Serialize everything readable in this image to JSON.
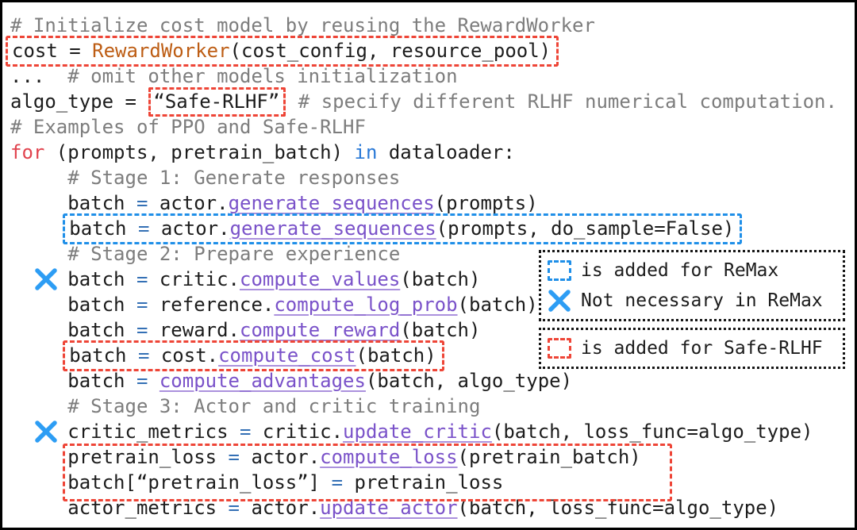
{
  "figure": {
    "type": "annotated-code-listing",
    "background": "#ffffff",
    "frame_border": "#000000"
  },
  "colors": {
    "plain": "#1c1c1c",
    "comment": "#7d7d7d",
    "kw": "#e1434e",
    "kw2": "#2878d6",
    "op": "#3470b5",
    "cls": "#bd5d14",
    "fn": "#7a52c9",
    "fn_underline": "#ab91dd",
    "box_red": "#ee4537",
    "box_blue": "#1f8fe8",
    "x_mark": "#2d9df4",
    "legend_border": "#161616"
  },
  "code": {
    "lines": [
      {
        "tokens": [
          {
            "t": "# Initialize cost model by reusing the RewardWorker",
            "c": "comment"
          }
        ]
      },
      {
        "box": "red",
        "tokens": [
          {
            "t": "cost = ",
            "c": "plain"
          },
          {
            "t": "RewardWorker",
            "c": "cls"
          },
          {
            "t": "(cost_config, resource_pool)",
            "c": "plain"
          }
        ]
      },
      {
        "tokens": [
          {
            "t": "...  ",
            "c": "plain"
          },
          {
            "t": "# omit other models initialization",
            "c": "comment"
          }
        ]
      },
      {
        "tokens": [
          {
            "t": "algo_type = ",
            "c": "plain"
          },
          {
            "t": "“Safe-RLHF”",
            "c": "plain",
            "box": "red"
          },
          {
            "t": " ",
            "c": "plain"
          },
          {
            "t": "# specify different RLHF numerical computation.",
            "c": "comment"
          }
        ]
      },
      {
        "tokens": [
          {
            "t": "# Examples of PPO and Safe-RLHF",
            "c": "comment"
          }
        ]
      },
      {
        "tokens": [
          {
            "t": "for",
            "c": "kw"
          },
          {
            "t": " (prompts, pretrain_batch) ",
            "c": "plain"
          },
          {
            "t": "in",
            "c": "kw2"
          },
          {
            "t": " dataloader:",
            "c": "plain"
          }
        ]
      },
      {
        "ind": 1,
        "tokens": [
          {
            "t": "# Stage 1: Generate responses",
            "c": "comment"
          }
        ]
      },
      {
        "ind": 1,
        "tokens": [
          {
            "t": "batch ",
            "c": "plain"
          },
          {
            "t": "=",
            "c": "op"
          },
          {
            "t": " actor.",
            "c": "plain"
          },
          {
            "t": "generate_sequences",
            "c": "fn"
          },
          {
            "t": "(prompts)",
            "c": "plain"
          }
        ]
      },
      {
        "ind": 1,
        "box": "blue",
        "tokens": [
          {
            "t": "batch ",
            "c": "plain"
          },
          {
            "t": "=",
            "c": "op"
          },
          {
            "t": " actor.",
            "c": "plain"
          },
          {
            "t": "generate_sequences",
            "c": "fn"
          },
          {
            "t": "(prompts, do_sample=False)",
            "c": "plain"
          }
        ]
      },
      {
        "ind": 1,
        "tokens": [
          {
            "t": "# Stage 2: Prepare experience",
            "c": "comment"
          }
        ]
      },
      {
        "ind": 1,
        "marker": "x",
        "tokens": [
          {
            "t": "batch ",
            "c": "plain"
          },
          {
            "t": "=",
            "c": "op"
          },
          {
            "t": " critic.",
            "c": "plain"
          },
          {
            "t": "compute_values",
            "c": "fn"
          },
          {
            "t": "(batch)",
            "c": "plain"
          }
        ]
      },
      {
        "ind": 1,
        "tokens": [
          {
            "t": "batch ",
            "c": "plain"
          },
          {
            "t": "=",
            "c": "op"
          },
          {
            "t": " reference.",
            "c": "plain"
          },
          {
            "t": "compute_log_prob",
            "c": "fn"
          },
          {
            "t": "(batch)",
            "c": "plain"
          }
        ]
      },
      {
        "ind": 1,
        "tokens": [
          {
            "t": "batch ",
            "c": "plain"
          },
          {
            "t": "=",
            "c": "op"
          },
          {
            "t": " reward.",
            "c": "plain"
          },
          {
            "t": "compute_reward",
            "c": "fn"
          },
          {
            "t": "(batch)",
            "c": "plain"
          }
        ]
      },
      {
        "ind": 1,
        "box": "red",
        "tokens": [
          {
            "t": "batch ",
            "c": "plain"
          },
          {
            "t": "=",
            "c": "op"
          },
          {
            "t": " cost.",
            "c": "plain"
          },
          {
            "t": "compute_cost",
            "c": "fn"
          },
          {
            "t": "(batch)",
            "c": "plain"
          }
        ]
      },
      {
        "ind": 1,
        "tokens": [
          {
            "t": "batch ",
            "c": "plain"
          },
          {
            "t": "=",
            "c": "op"
          },
          {
            "t": " ",
            "c": "plain"
          },
          {
            "t": "compute_advantages",
            "c": "fn"
          },
          {
            "t": "(batch, algo_type)",
            "c": "plain"
          }
        ]
      },
      {
        "ind": 1,
        "tokens": [
          {
            "t": "# Stage 3: Actor and critic training",
            "c": "comment"
          }
        ]
      },
      {
        "ind": 1,
        "marker": "x",
        "tokens": [
          {
            "t": "critic_metrics ",
            "c": "plain"
          },
          {
            "t": "=",
            "c": "op"
          },
          {
            "t": " critic.",
            "c": "plain"
          },
          {
            "t": "update_critic",
            "c": "fn"
          },
          {
            "t": "(batch, loss_func=algo_type)",
            "c": "plain"
          }
        ]
      },
      {
        "ind": 1,
        "tokens": [
          {
            "t": "pretrain_loss ",
            "c": "plain"
          },
          {
            "t": "=",
            "c": "op"
          },
          {
            "t": " actor.",
            "c": "plain"
          },
          {
            "t": "compute_loss",
            "c": "fn"
          },
          {
            "t": "(pretrain_batch)",
            "c": "plain"
          }
        ]
      },
      {
        "ind": 1,
        "tokens": [
          {
            "t": "batch[“pretrain_loss”] ",
            "c": "plain"
          },
          {
            "t": "=",
            "c": "op"
          },
          {
            "t": " pretrain_loss",
            "c": "plain"
          }
        ]
      },
      {
        "ind": 1,
        "tokens": [
          {
            "t": "actor_metrics ",
            "c": "plain"
          },
          {
            "t": "=",
            "c": "op"
          },
          {
            "t": " actor.",
            "c": "plain"
          },
          {
            "t": "update_actor",
            "c": "fn"
          },
          {
            "t": "(batch, loss_func=algo_type)",
            "c": "plain"
          }
        ]
      }
    ]
  },
  "legend": {
    "remax_box": {
      "row1_label": "is added for ReMax",
      "row2_label": "Not necessary in ReMax"
    },
    "safe_rlhf_box": {
      "row1_label": "is added for Safe-RLHF"
    }
  }
}
